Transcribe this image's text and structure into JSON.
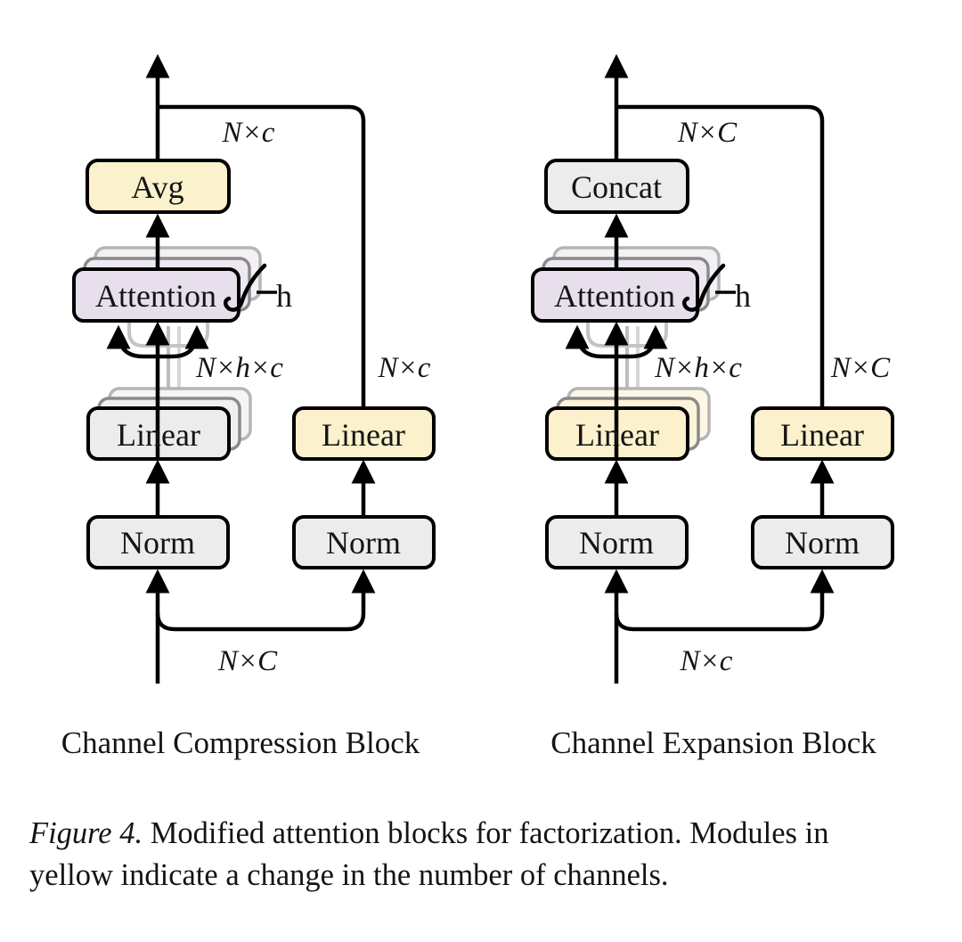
{
  "figure_caption": {
    "label": "Figure 4.",
    "line1": "Modified attention blocks for factorization. Modules in",
    "line2": "yellow indicate a change in the number of channels."
  },
  "compression": {
    "title": "Channel Compression Block",
    "output_dim": "N×c",
    "top_box": "Avg",
    "attention": "Attention",
    "heads_count": "h",
    "heads_dim": "N×h×c",
    "skip_dim": "N×c",
    "linear_left": "Linear",
    "linear_right": "Linear",
    "norm_left": "Norm",
    "norm_right": "Norm",
    "input_dim": "N×C"
  },
  "expansion": {
    "title": "Channel Expansion Block",
    "output_dim": "N×C",
    "top_box": "Concat",
    "attention": "Attention",
    "heads_count": "h",
    "heads_dim": "N×h×c",
    "skip_dim": "N×C",
    "linear_left": "Linear",
    "linear_right": "Linear",
    "norm_left": "Norm",
    "norm_right": "Norm",
    "input_dim": "N×c"
  },
  "colors": {
    "yellow": "#FBF1CD",
    "purple": "#E7E0EC",
    "gray": "#ECECEC",
    "stroke": "#000000"
  }
}
